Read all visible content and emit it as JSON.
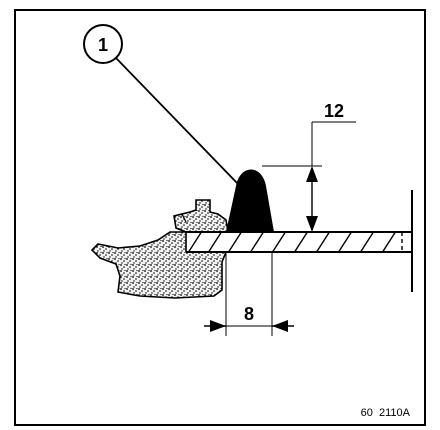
{
  "callout": {
    "number": "1"
  },
  "dimensions": {
    "height_label": "12",
    "width_label": "8"
  },
  "figure_ref": "60  2110A"
}
